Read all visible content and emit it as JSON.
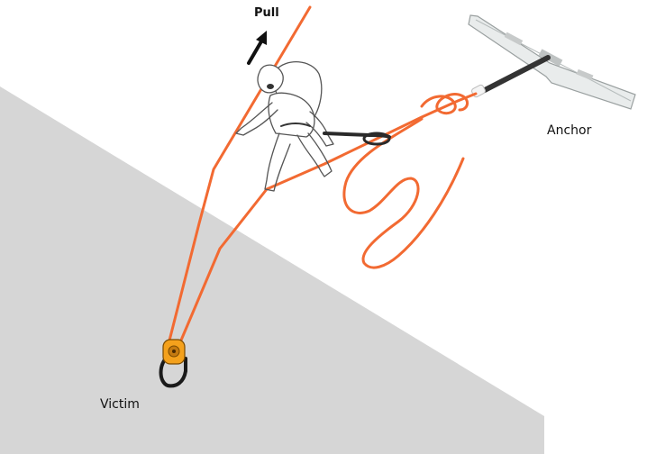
{
  "labels": {
    "pull": "Pull",
    "anchor": "Anchor",
    "victim": "Victim"
  },
  "colors": {
    "slope": "#d6d6d6",
    "rope": "#f26a32",
    "pulley": "#f4a11c",
    "carabiner": "#1a1a1a",
    "sling": "#2a2a2a",
    "ski_pole": "#333333",
    "ski": "#e9ecec",
    "arrow": "#111111"
  },
  "icons": {
    "pull_direction": "arrow-up-right-icon",
    "anchor": "ski-anchor-icon",
    "victim": "pulley-carabiner-icon",
    "rescuer": "rescuer-figure-icon"
  }
}
